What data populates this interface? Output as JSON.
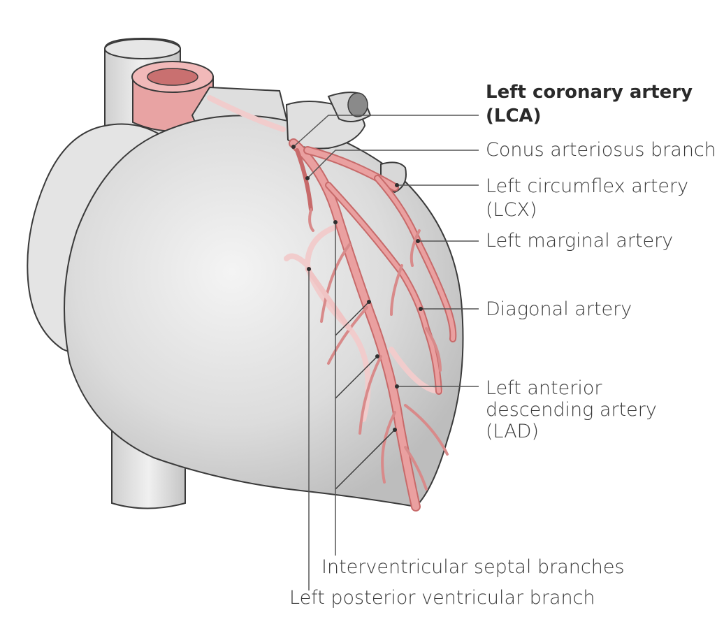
{
  "labels": {
    "lca_line1": "Left coronary artery",
    "lca_line2": "(LCA)",
    "conus": "Conus arteriosus branch",
    "lcx_line1": "Left circumflex artery",
    "lcx_line2": "(LCX)",
    "marginal": "Left marginal artery",
    "diagonal": "Diagonal artery",
    "lad_line1": "Left anterior",
    "lad_line2": "descending artery",
    "lad_line3": "(LAD)",
    "septal": "Interventricular septal branches",
    "posterior": "Left posterior ventricular branch"
  },
  "colors": {
    "heart_fill": "#e2e2e2",
    "outline": "#3a3a3a",
    "artery": "#e89a9a",
    "artery_dark": "#c86464",
    "leader": "#555555"
  }
}
